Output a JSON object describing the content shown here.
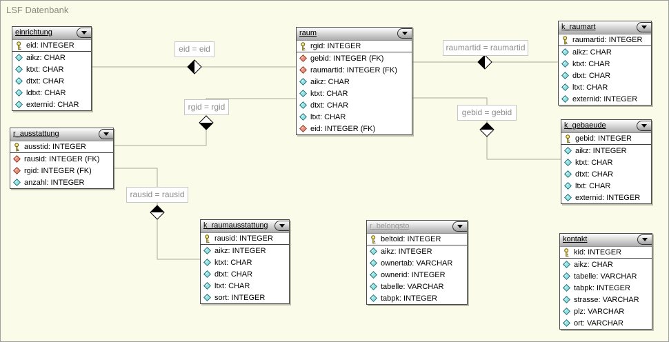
{
  "app": {
    "title": "LSF Datenbank"
  },
  "colors": {
    "canvas_bg": "#FBFBEA",
    "line": "#A9A99B",
    "pk_icon": "#E9D64F",
    "fk_icon": "#E9907E",
    "attr_icon": "#93E2E5",
    "label_text": "#8C8C8C"
  },
  "tables": [
    {
      "name": "einrichtung",
      "fields": [
        {
          "icon": "key",
          "label": "eid: INTEGER"
        },
        {
          "icon": "attr",
          "label": "aikz: CHAR"
        },
        {
          "icon": "attr",
          "label": "ktxt: CHAR"
        },
        {
          "icon": "attr",
          "label": "dtxt: CHAR"
        },
        {
          "icon": "attr",
          "label": "ldtxt: CHAR"
        },
        {
          "icon": "attr",
          "label": "externid: CHAR"
        }
      ]
    },
    {
      "name": "raum",
      "fields": [
        {
          "icon": "key",
          "label": "rgid: INTEGER"
        },
        {
          "icon": "fk",
          "label": "gebid: INTEGER (FK)"
        },
        {
          "icon": "fk",
          "label": "raumartid: INTEGER (FK)"
        },
        {
          "icon": "attr",
          "label": "aikz: CHAR"
        },
        {
          "icon": "attr",
          "label": "ktxt: CHAR"
        },
        {
          "icon": "attr",
          "label": "dtxt: CHAR"
        },
        {
          "icon": "attr",
          "label": "ltxt: CHAR"
        },
        {
          "icon": "fk",
          "label": "eid: INTEGER (FK)"
        }
      ]
    },
    {
      "name": "k_raumart",
      "fields": [
        {
          "icon": "key",
          "label": "raumartid: INTEGER"
        },
        {
          "icon": "attr",
          "label": "aikz: CHAR"
        },
        {
          "icon": "attr",
          "label": "ktxt: CHAR"
        },
        {
          "icon": "attr",
          "label": "dtxt: CHAR"
        },
        {
          "icon": "attr",
          "label": "ltxt: CHAR"
        },
        {
          "icon": "attr",
          "label": "externid: INTEGER"
        }
      ]
    },
    {
      "name": "r_ausstattung",
      "fields": [
        {
          "icon": "key",
          "label": "ausstid: INTEGER"
        },
        {
          "icon": "fk",
          "label": "rausid: INTEGER (FK)"
        },
        {
          "icon": "fk",
          "label": "rgid: INTEGER (FK)"
        },
        {
          "icon": "attr",
          "label": "anzahl: INTEGER"
        }
      ]
    },
    {
      "name": "k_gebaeude",
      "fields": [
        {
          "icon": "key",
          "label": "gebid: INTEGER"
        },
        {
          "icon": "attr",
          "label": "aikz: INTEGER"
        },
        {
          "icon": "attr",
          "label": "ktxt: CHAR"
        },
        {
          "icon": "attr",
          "label": "dtxt: CHAR"
        },
        {
          "icon": "attr",
          "label": "ltxt: CHAR"
        },
        {
          "icon": "attr",
          "label": "externid: INTEGER"
        }
      ]
    },
    {
      "name": "k_raumausstattung",
      "fields": [
        {
          "icon": "key",
          "label": "rausid: INTEGER"
        },
        {
          "icon": "attr",
          "label": "aikz: INTEGER"
        },
        {
          "icon": "attr",
          "label": "ktxt: CHAR"
        },
        {
          "icon": "attr",
          "label": "dtxt: CHAR"
        },
        {
          "icon": "attr",
          "label": "ltxt: CHAR"
        },
        {
          "icon": "attr",
          "label": "sort: INTEGER"
        }
      ]
    },
    {
      "name": "r_belongsto",
      "title_muted": true,
      "fields": [
        {
          "icon": "key",
          "label": "beltoid: INTEGER"
        },
        {
          "icon": "attr",
          "label": "aikz: INTEGER"
        },
        {
          "icon": "attr",
          "label": "ownertab: VARCHAR"
        },
        {
          "icon": "attr",
          "label": "ownerid: INTEGER"
        },
        {
          "icon": "attr",
          "label": "tabelle: VARCHAR"
        },
        {
          "icon": "attr",
          "label": "tabpk: INTEGER"
        }
      ]
    },
    {
      "name": "kontakt",
      "fields": [
        {
          "icon": "key",
          "label": "kid: INTEGER"
        },
        {
          "icon": "attr",
          "label": "aikz: CHAR"
        },
        {
          "icon": "attr",
          "label": "tabelle: VARCHAR"
        },
        {
          "icon": "attr",
          "label": "tabpk: INTEGER"
        },
        {
          "icon": "attr",
          "label": "strasse: VARCHAR"
        },
        {
          "icon": "attr",
          "label": "plz: VARCHAR"
        },
        {
          "icon": "attr",
          "label": "ort: VARCHAR"
        }
      ]
    }
  ],
  "relationships": [
    {
      "label": "eid = eid"
    },
    {
      "label": "rgid = rgid"
    },
    {
      "label": "raumartid = raumartid"
    },
    {
      "label": "gebid = gebid"
    },
    {
      "label": "rausid = rausid"
    }
  ]
}
